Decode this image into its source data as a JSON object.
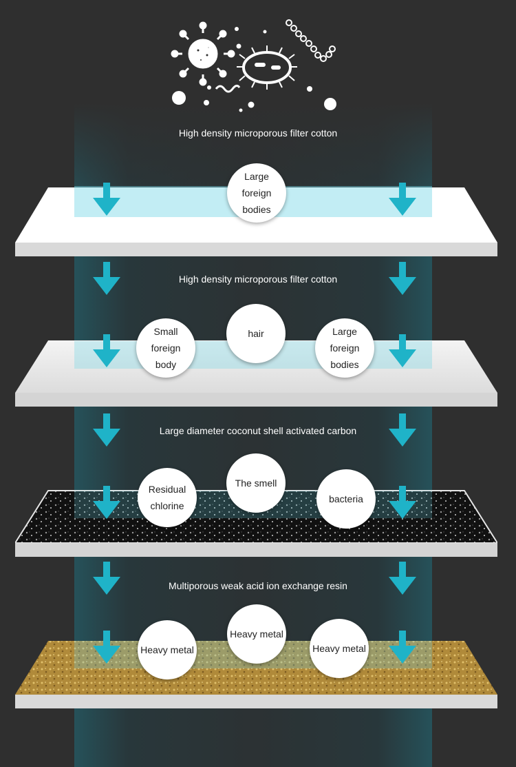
{
  "layers": [
    {
      "label": "High density microporous filter cotton",
      "circles": [
        "Large\nforeign\nbodies"
      ]
    },
    {
      "label": "High density microporous filter cotton",
      "circles": [
        "Small\nforeign\nbody",
        "hair",
        "Large\nforeign\nbodies"
      ]
    },
    {
      "label": "Large diameter coconut shell activated carbon",
      "circles": [
        "Residual\nchlorine",
        "The smell",
        "bacteria"
      ]
    },
    {
      "label": "Multiporous weak acid ion exchange resin",
      "circles": [
        "Heavy metal",
        "Heavy metal",
        "Heavy metal"
      ]
    }
  ],
  "colors": {
    "background": "#2f2f2f",
    "arrow": "#1fb3c8",
    "beam": "#1e6e7d"
  },
  "icons": [
    "virus-icon",
    "bacteria-icon",
    "chain-bacteria-icon",
    "worm-icon"
  ]
}
